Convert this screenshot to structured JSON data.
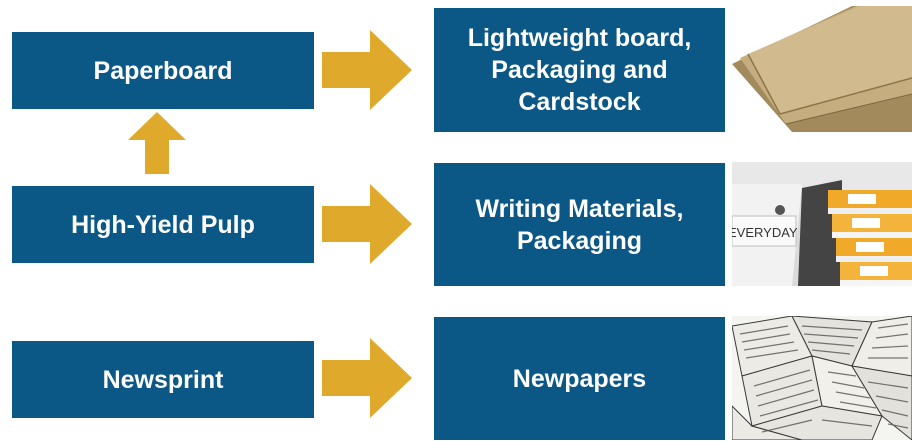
{
  "rows": [
    {
      "source": "Paperboard",
      "product": "Lightweight board, Packaging and Cardstock",
      "image": "kraft-paperboard-sheets"
    },
    {
      "source": "High-Yield Pulp",
      "product": "Writing Materials, Packaging",
      "image": "stacked-copy-paper-reams",
      "image_text": "EVERYDAY"
    },
    {
      "source": "Newsprint",
      "product": "Newpapers",
      "image": "crumpled-newspaper-pile"
    }
  ],
  "colors": {
    "box": "#0b5786",
    "arrow": "#dfaa2c",
    "text": "#ffffff"
  }
}
